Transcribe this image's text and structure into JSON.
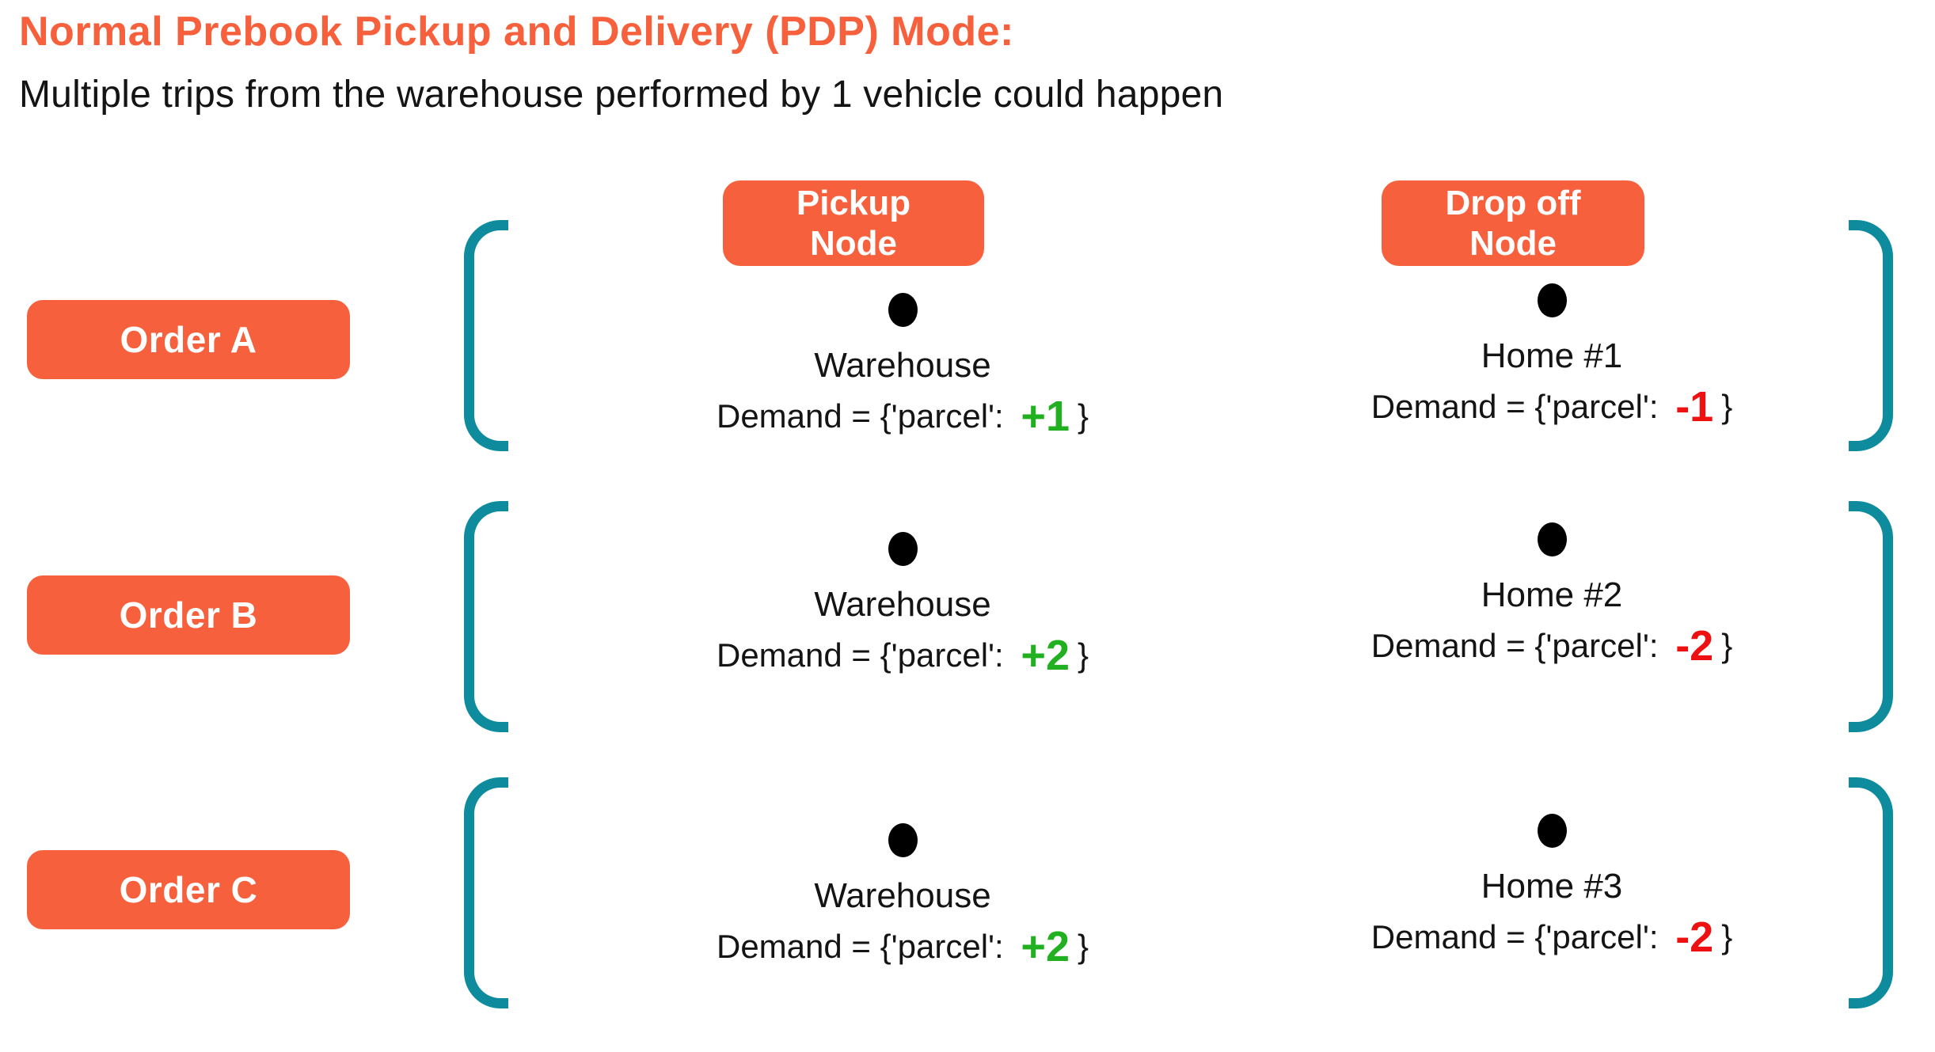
{
  "title": "Normal Prebook Pickup and Delivery (PDP) Mode:",
  "subtitle": "Multiple trips from the warehouse performed by 1 vehicle could happen",
  "palette": {
    "accent_orange": "#f7603c",
    "bracket_teal": "#0e8c9e",
    "positive_green": "#20b020",
    "negative_red": "#ee1111",
    "text_black": "#141414"
  },
  "columns": {
    "pickup": {
      "line1": "Pickup",
      "line2": "Node"
    },
    "dropoff": {
      "line1": "Drop off",
      "line2": "Node"
    }
  },
  "orders": [
    {
      "label": "Order A",
      "pickup": {
        "node": "Warehouse",
        "demand_prefix": "Demand = {'parcel':",
        "demand_value": "+1",
        "demand_suffix": "}"
      },
      "dropoff": {
        "node": "Home #1",
        "demand_prefix": "Demand = {'parcel':",
        "demand_value": "-1",
        "demand_suffix": "}"
      }
    },
    {
      "label": "Order B",
      "pickup": {
        "node": "Warehouse",
        "demand_prefix": "Demand = {'parcel':",
        "demand_value": "+2",
        "demand_suffix": "}"
      },
      "dropoff": {
        "node": "Home #2",
        "demand_prefix": "Demand = {'parcel':",
        "demand_value": "-2",
        "demand_suffix": "}"
      }
    },
    {
      "label": "Order C",
      "pickup": {
        "node": "Warehouse",
        "demand_prefix": "Demand = {'parcel':",
        "demand_value": "+2",
        "demand_suffix": "}"
      },
      "dropoff": {
        "node": "Home #3",
        "demand_prefix": "Demand = {'parcel':",
        "demand_value": "-2",
        "demand_suffix": "}"
      }
    }
  ]
}
